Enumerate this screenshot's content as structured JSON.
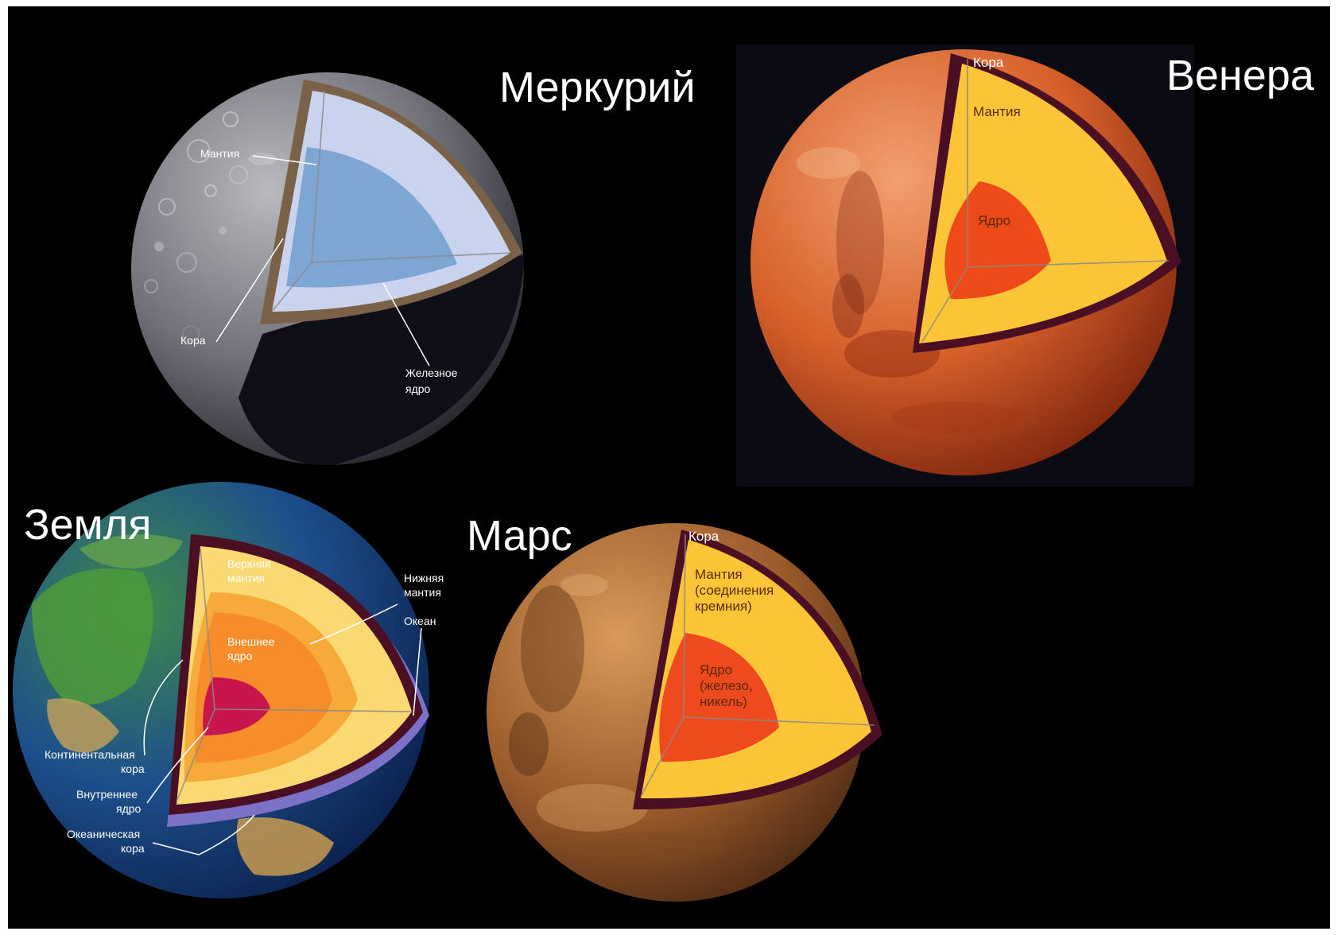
{
  "planets": [
    {
      "id": "mercury",
      "title": "Меркурий",
      "labels": {
        "mantle": "Мантия",
        "crust": "Кора",
        "core": [
          "Железное",
          "ядро"
        ]
      },
      "colors": {
        "crust": "#7a6248",
        "mantle": "#c9d3ee",
        "core": "#7ea6d2",
        "shadow": "#0e0e16"
      }
    },
    {
      "id": "venus",
      "title": "Венера",
      "labels": {
        "crust": "Кора",
        "mantle": "Мантия",
        "core": "Ядро"
      },
      "colors": {
        "crust": "#4a0f22",
        "mantle": "#fcc437",
        "core": "#ee4a18"
      }
    },
    {
      "id": "earth",
      "title": "Земля",
      "labels": {
        "upper_mantle": [
          "Верхняя",
          "мантия"
        ],
        "lower_mantle": [
          "Нижняя",
          "мантия"
        ],
        "ocean": "Океан",
        "outer_core": [
          "Внешнее",
          "ядро"
        ],
        "continental_crust": [
          "Континентальная",
          "кора"
        ],
        "inner_core": [
          "Внутреннее",
          "ядро"
        ],
        "oceanic_crust": [
          "Океаническая",
          "кора"
        ]
      },
      "colors": {
        "crust": "#4a0f22",
        "ocean": "#7b72c8",
        "upper_mantle": "#fad872",
        "lower_mantle": "#f7a93a",
        "outer_core": "#f78c2a",
        "inner_core": "#c8154c"
      }
    },
    {
      "id": "mars",
      "title": "Марс",
      "labels": {
        "crust": "Кора",
        "mantle": [
          "Мантия",
          "(соединения",
          "кремния)"
        ],
        "core": [
          "Ядро",
          "(железо,",
          "никель)"
        ]
      },
      "colors": {
        "crust": "#4a0f22",
        "mantle": "#fcc437",
        "core": "#ee4a1e"
      }
    }
  ]
}
